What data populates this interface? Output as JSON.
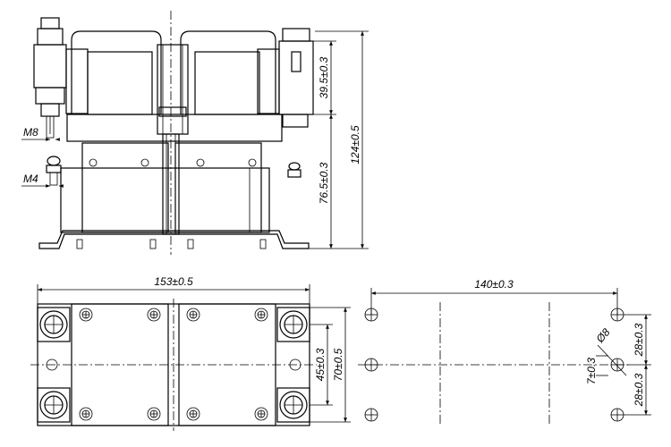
{
  "drawing": {
    "thread_main": "M8",
    "thread_aux": "M4",
    "height_top": "39.5±0.3",
    "height_bottom": "76.5±0.3",
    "height_total": "124±0.5",
    "length_total": "153±0.5",
    "width_inner": "45±0.3",
    "width_total": "70±0.5",
    "hole_pitch_x": "140±0.3",
    "hole_pitch_y1": "28±0.3",
    "hole_pitch_y2": "28±0.3",
    "hole_dia": "Ø8",
    "hole_slot": "7±0.3"
  }
}
